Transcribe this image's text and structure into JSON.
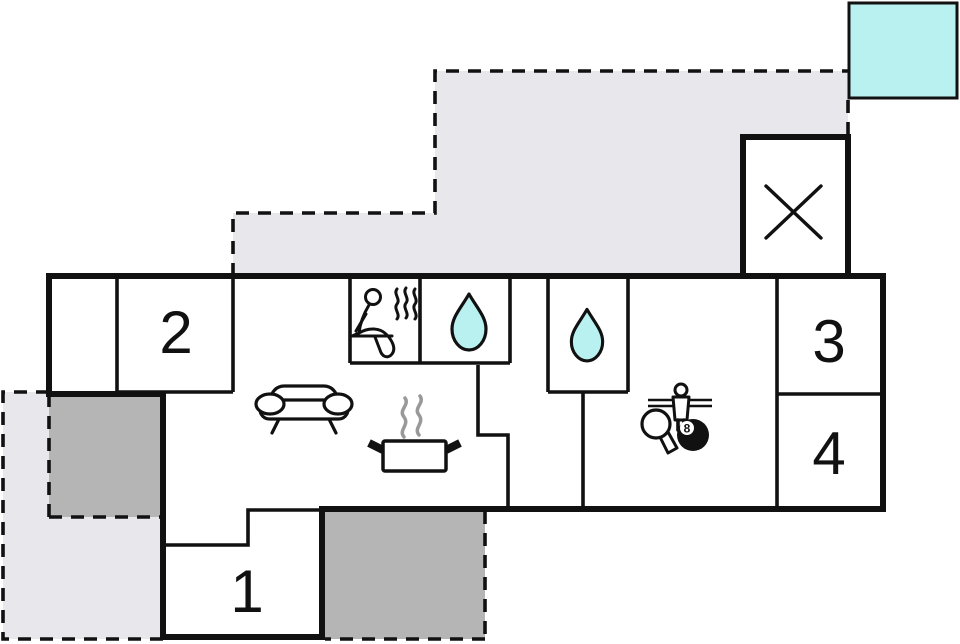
{
  "plan": {
    "name": "holiday-home-floor-plan",
    "rooms": [
      {
        "id": "room-1",
        "label": "1"
      },
      {
        "id": "room-2",
        "label": "2"
      },
      {
        "id": "room-3",
        "label": "3"
      },
      {
        "id": "room-4",
        "label": "4"
      }
    ],
    "game": {
      "ball_label": "8"
    },
    "colors": {
      "wall": "#111111",
      "terrace_light": "#e8e8ec",
      "terrace_dark": "#b5b5b5",
      "water_cyan": "#b9f1f1",
      "steam_gray": "#999999",
      "ball_black": "#111111"
    },
    "icons": [
      "sauna-icon",
      "shower-drop-icon",
      "bath-drop-icon",
      "sofa-icon",
      "cooking-pot-icon",
      "table-tennis-paddle-icon",
      "foosball-player-icon",
      "eight-ball-icon",
      "pool-icon",
      "stairs-cross-icon"
    ]
  }
}
